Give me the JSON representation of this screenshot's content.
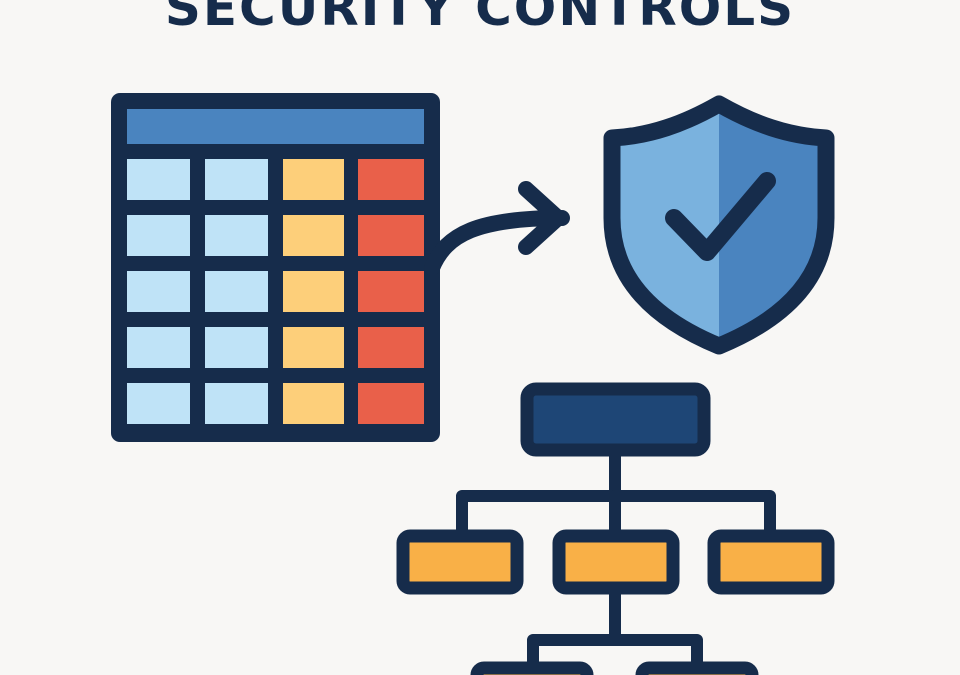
{
  "title": "SECURITY CONTROLS",
  "colors": {
    "background": "#f8f7f5",
    "outline": "#162c4b",
    "table_header": "#4a84bf",
    "table_col_light": "#bfe3f7",
    "table_col_yellow": "#fdcf7a",
    "table_col_red": "#e9604a",
    "shield_left": "#7ab2de",
    "shield_right": "#4a84bf",
    "org_root": "#1e4676",
    "org_node": "#f9b047"
  },
  "icons": {
    "table": "spreadsheet-table-icon",
    "arrow": "curved-arrow-right-icon",
    "shield": "shield-check-icon",
    "hierarchy": "org-chart-hierarchy-icon"
  },
  "table": {
    "rows": 5,
    "column_colors": [
      "table_col_light",
      "table_col_light",
      "table_col_yellow",
      "table_col_red"
    ]
  },
  "hierarchy": {
    "level_one_nodes": 3,
    "level_two_nodes": 2
  }
}
